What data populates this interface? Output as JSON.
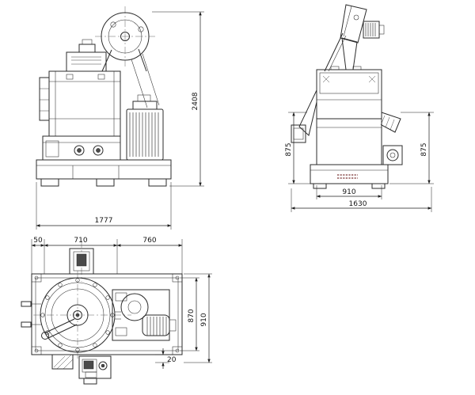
{
  "colors": {
    "background": "#ffffff",
    "line": "#2b2b2b",
    "dimension_text": "#141414",
    "nameplate_mark": "#7a3535"
  },
  "views": {
    "front": {
      "dim_overall_height": "2408",
      "dim_overall_width": "1777"
    },
    "side": {
      "dim_height_left": "875",
      "dim_height_right": "875",
      "dim_base_width": "910",
      "dim_overall_width": "1630"
    },
    "plan": {
      "dim_edge_offset": "50",
      "dim_section_left": "710",
      "dim_section_right": "760",
      "dim_frame_depth": "870",
      "dim_overall_depth": "910",
      "dim_bottom_offset": "20"
    }
  }
}
